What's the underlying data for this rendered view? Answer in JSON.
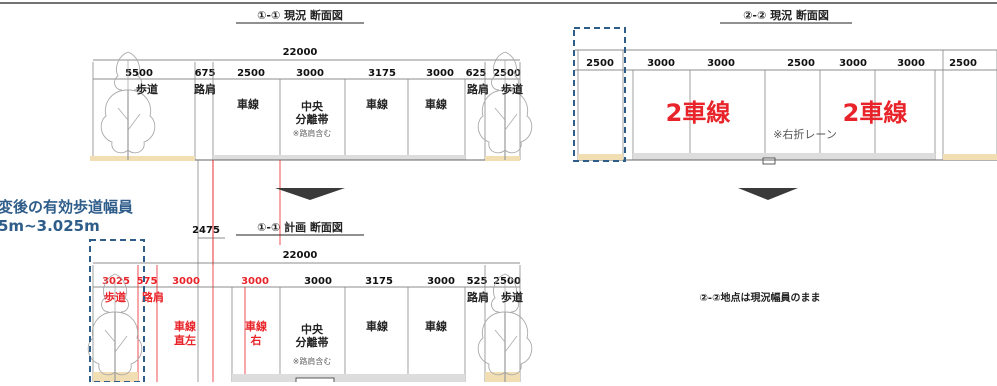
{
  "titles": {
    "s11_current": "①-① 現況 断面図",
    "s22_current": "②-② 現況 断面図",
    "s11_plan": "①-① 計画 断面図"
  },
  "s11_current": {
    "total": "22000",
    "dims": [
      "5500",
      "675",
      "2500",
      "3000",
      "3175",
      "3000",
      "625",
      "2500"
    ],
    "labels": {
      "sidewalk_left": "歩道",
      "shoulder_left": "路肩",
      "lane1": "車線",
      "median_l1": "中央",
      "median_l2": "分離帯",
      "median_note": "※路肩含む",
      "lane2": "車線",
      "lane3": "車線",
      "shoulder_right": "路肩",
      "sidewalk_right": "歩道"
    }
  },
  "s22_current": {
    "dims": [
      "2500",
      "3000",
      "3000",
      "2500",
      "3000",
      "3000",
      "2500"
    ],
    "lanes_left": "2車線",
    "lanes_right": "2車線",
    "turn_note": "※右折レーン"
  },
  "s11_plan": {
    "total": "22000",
    "offset_dim": "2475",
    "dims": [
      "3025",
      "575",
      "3000",
      "3000",
      "3000",
      "3175",
      "3000",
      "525",
      "2500"
    ],
    "labels": {
      "sidewalk_left": "歩道",
      "shoulder_left": "路肩",
      "lane1_l1": "車線",
      "lane1_l2": "直左",
      "lane2_l1": "車線",
      "lane2_l2": "右",
      "median_l1": "中央",
      "median_l2": "分離帯",
      "median_note": "※路肩含む",
      "lane3": "車線",
      "lane4": "車線",
      "shoulder_right": "路肩",
      "sidewalk_right": "歩道"
    }
  },
  "annotation": {
    "line1": "変後の有効歩道幅員",
    "line2": "5m~3.025m"
  },
  "note_22": "②-②地点は現況幅員のまま",
  "colors": {
    "red": "#e8242a",
    "blue": "#2f5d8a",
    "arrow": "#3a3a3a",
    "ground": "#f1deb3"
  }
}
